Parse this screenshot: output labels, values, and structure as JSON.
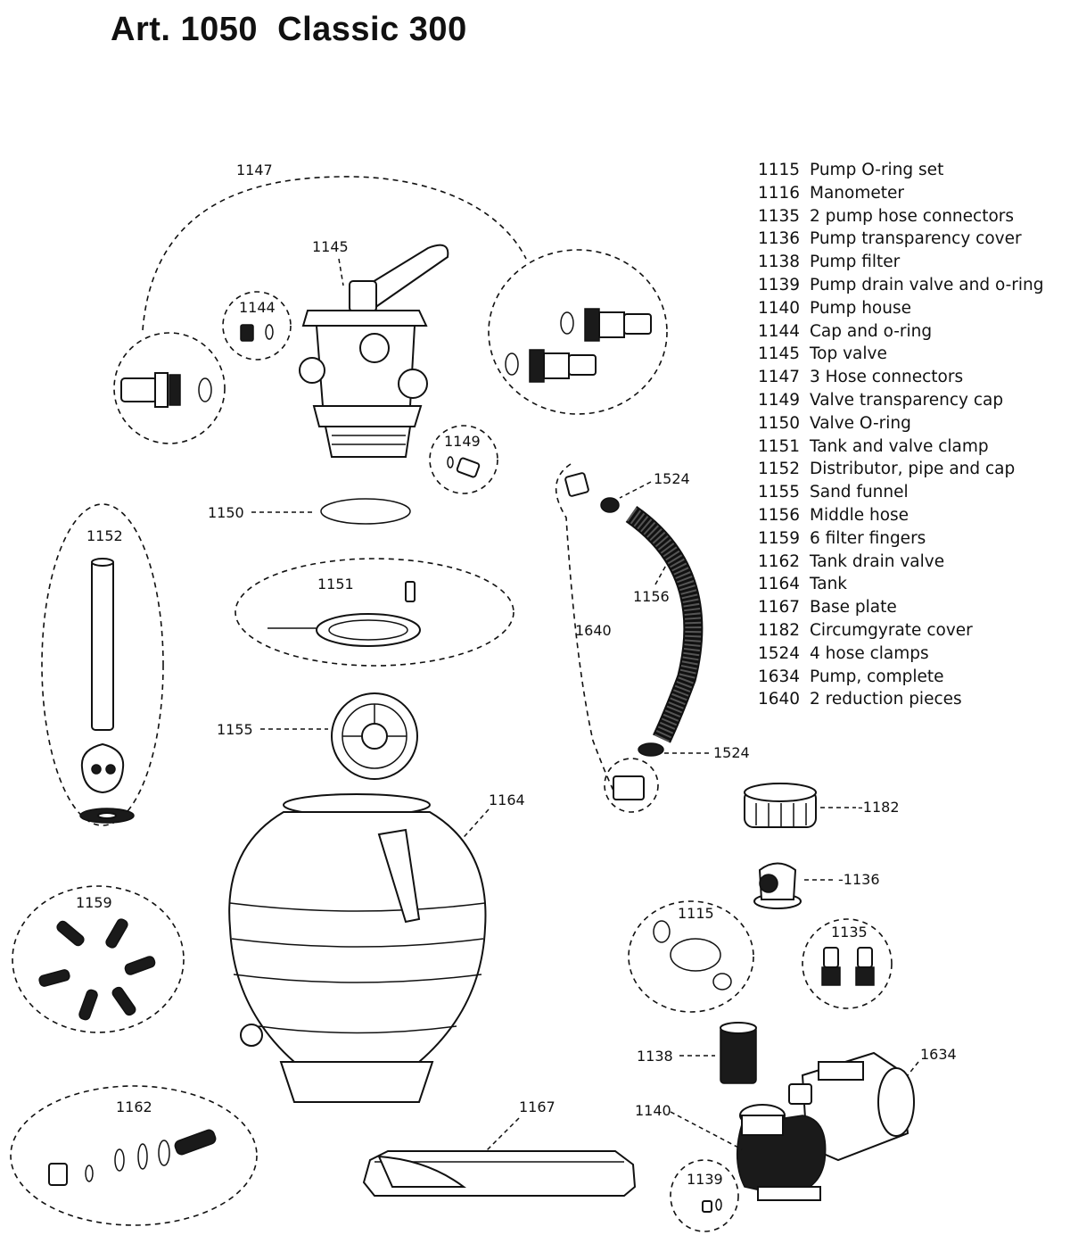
{
  "title": "Art. 1050  Classic 300",
  "parts": [
    {
      "num": "1115",
      "name": "Pump O-ring set"
    },
    {
      "num": "1116",
      "name": "Manometer"
    },
    {
      "num": "1135",
      "name": "2 pump hose connectors"
    },
    {
      "num": "1136",
      "name": "Pump transparency cover"
    },
    {
      "num": "1138",
      "name": "Pump filter"
    },
    {
      "num": "1139",
      "name": "Pump drain valve and o-ring"
    },
    {
      "num": "1140",
      "name": "Pump house"
    },
    {
      "num": "1144",
      "name": "Cap and o-ring"
    },
    {
      "num": "1145",
      "name": "Top valve"
    },
    {
      "num": "1147",
      "name": "3 Hose connectors"
    },
    {
      "num": "1149",
      "name": "Valve transparency cap"
    },
    {
      "num": "1150",
      "name": "Valve O-ring"
    },
    {
      "num": "1151",
      "name": "Tank and valve clamp"
    },
    {
      "num": "1152",
      "name": "Distributor, pipe and cap"
    },
    {
      "num": "1155",
      "name": "Sand funnel"
    },
    {
      "num": "1156",
      "name": "Middle hose"
    },
    {
      "num": "1159",
      "name": "6 filter fingers"
    },
    {
      "num": "1162",
      "name": "Tank drain valve"
    },
    {
      "num": "1164",
      "name": "Tank"
    },
    {
      "num": "1167",
      "name": "Base plate"
    },
    {
      "num": "1182",
      "name": "Circumgyrate cover"
    },
    {
      "num": "1524",
      "name": "4 hose clamps"
    },
    {
      "num": "1634",
      "name": "Pump, complete"
    },
    {
      "num": "1640",
      "name": "2 reduction pieces"
    }
  ],
  "callouts": {
    "c1147": "1147",
    "c1145": "1145",
    "c1144": "1144",
    "c1149": "1149",
    "c1150": "1150",
    "c1152": "1152",
    "c1151": "1151",
    "c1155": "1155",
    "c1164": "1164",
    "c1159": "1159",
    "c1162": "1162",
    "c1167": "1167",
    "c1524a": "1524",
    "c1524b": "1524",
    "c1156": "1156",
    "c1640": "1640",
    "c1182": "-1182",
    "c1136": "-1136",
    "c1115": "1115",
    "c1135": "1135",
    "c1138": "1138",
    "c1634": "1634",
    "c1140": "1140",
    "c1139": "1139"
  }
}
